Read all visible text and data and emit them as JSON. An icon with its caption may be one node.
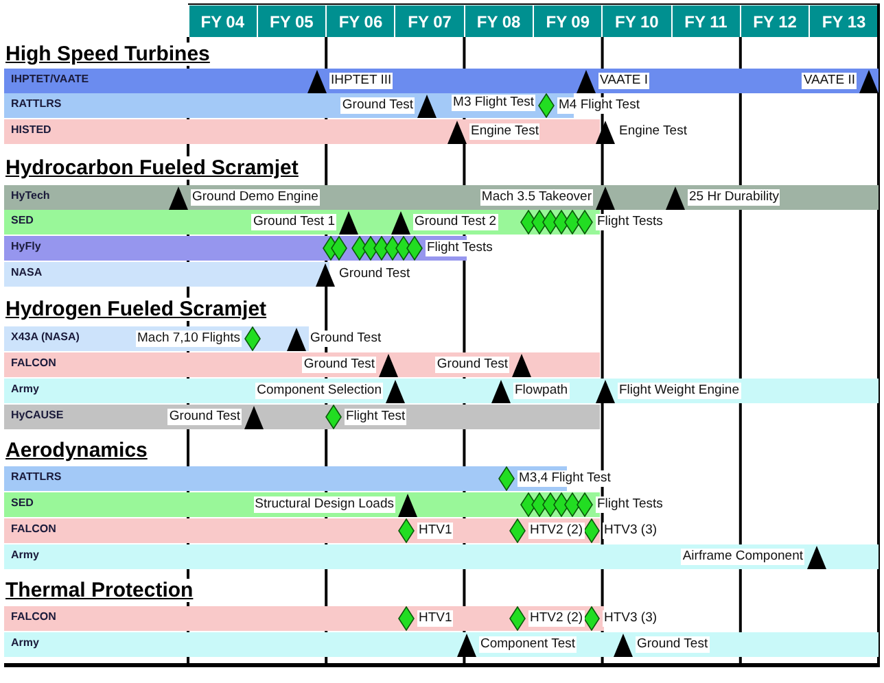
{
  "diagram": {
    "nodes": [
      {
        "text": [
          "FY 04"
        ]
      },
      {
        "text": [
          "FY 05"
        ]
      },
      {
        "text": [
          "FY 06"
        ]
      },
      {
        "text": [
          "FY 07"
        ]
      },
      {
        "text": [
          "FY 08"
        ]
      },
      {
        "text": [
          "FY 09"
        ]
      },
      {
        "text": [
          "FY 10"
        ]
      },
      {
        "text": [
          "FY 11"
        ]
      },
      {
        "text": [
          "FY 12"
        ]
      },
      {
        "text": [
          "FY 13"
        ]
      },
      {
        "text": [
          "IHPTET/VAATE"
        ]
      },
      {
        "text": [],
        "shape": "triangle",
        "beside": [
          "IHPTET III"
        ],
        "in": 10
      },
      {
        "text": [],
        "shape": "triangle",
        "beside": [
          "VAATE I"
        ],
        "in": 10
      },
      {
        "text": [],
        "shape": "triangle",
        "beside": [
          "VAATE II"
        ],
        "in": 10
      },
      {
        "text": [
          "RATTLRS"
        ]
      },
      {
        "text": [],
        "shape": "triangle",
        "beside": [
          "Ground Test"
        ],
        "in": 14
      },
      {
        "text": [],
        "shape": "diamond",
        "beside": [
          "M3 Flight Test",
          "M4 Flight Test"
        ],
        "in": 14
      },
      {
        "text": [
          "HISTED"
        ]
      },
      {
        "text": [],
        "shape": "triangle",
        "beside": [
          "Engine Test"
        ],
        "in": 17
      },
      {
        "text": [],
        "shape": "triangle",
        "beside": [
          "Engine Test"
        ]
      },
      {
        "text": [
          "HyTech"
        ]
      },
      {
        "text": [],
        "shape": "triangle",
        "beside": [
          "Ground Demo Engine"
        ],
        "in": 20
      },
      {
        "text": [],
        "shape": "triangle",
        "beside": [
          "Mach 3.5 Takeover"
        ],
        "in": 20
      },
      {
        "text": [],
        "shape": "triangle",
        "beside": [
          "25 Hr Durability"
        ],
        "in": 20
      },
      {
        "text": [
          "SED"
        ]
      },
      {
        "text": [],
        "shape": "triangle",
        "beside": [
          "Ground Test 1"
        ],
        "in": 24
      },
      {
        "text": [],
        "shape": "triangle",
        "beside": [
          "Ground Test 2"
        ],
        "in": 24
      },
      {
        "text": [],
        "shape": "diamond",
        "in": 24
      },
      {
        "text": [],
        "shape": "diamond",
        "in": 24
      },
      {
        "text": [],
        "shape": "diamond",
        "in": 24
      },
      {
        "text": [],
        "shape": "diamond",
        "in": 24
      },
      {
        "text": [],
        "shape": "diamond",
        "in": 24
      },
      {
        "text": [],
        "shape": "diamond",
        "beside": [
          "Flight Tests"
        ],
        "in": 24
      },
      {
        "text": [
          "HyFly"
        ]
      },
      {
        "text": [],
        "shape": "diamond",
        "in": 33
      },
      {
        "text": [],
        "shape": "diamond",
        "in": 33
      },
      {
        "text": [],
        "shape": "diamond",
        "in": 33
      },
      {
        "text": [],
        "shape": "diamond",
        "in": 33
      },
      {
        "text": [],
        "shape": "diamond",
        "in": 33
      },
      {
        "text": [],
        "shape": "diamond",
        "in": 33
      },
      {
        "text": [],
        "shape": "diamond",
        "in": 33
      },
      {
        "text": [],
        "shape": "diamond",
        "beside": [
          "Flight Tests"
        ],
        "in": 33
      },
      {
        "text": [
          "NASA"
        ]
      },
      {
        "text": [],
        "shape": "triangle",
        "beside": [
          "Ground Test"
        ]
      },
      {
        "text": [
          "X43A (NASA)"
        ]
      },
      {
        "text": [],
        "shape": "diamond",
        "beside": [
          "Mach 7,10 Flights"
        ],
        "in": 44
      },
      {
        "text": [],
        "shape": "triangle",
        "beside": [
          "Ground Test"
        ],
        "in": 44
      },
      {
        "text": [
          "FALCON"
        ]
      },
      {
        "text": [],
        "shape": "triangle",
        "beside": [
          "Ground Test"
        ],
        "in": 47
      },
      {
        "text": [],
        "shape": "triangle",
        "beside": [
          "Ground Test"
        ],
        "in": 47
      },
      {
        "text": [
          "Army"
        ]
      },
      {
        "text": [],
        "shape": "triangle",
        "beside": [
          "Component Selection"
        ],
        "in": 50
      },
      {
        "text": [],
        "shape": "triangle",
        "beside": [
          "Flowpath"
        ],
        "in": 50
      },
      {
        "text": [],
        "shape": "triangle",
        "beside": [
          "Flight Weight Engine"
        ],
        "in": 50
      },
      {
        "text": [
          "HyCAUSE"
        ]
      },
      {
        "text": [],
        "shape": "triangle",
        "beside": [
          "Ground Test"
        ],
        "in": 54
      },
      {
        "text": [],
        "shape": "diamond",
        "beside": [
          "Flight Test"
        ],
        "in": 54
      },
      {
        "text": [
          "RATTLRS"
        ]
      },
      {
        "text": [],
        "shape": "diamond",
        "beside": [
          "M3,4 Flight Test"
        ],
        "in": 57
      },
      {
        "text": [
          "SED"
        ]
      },
      {
        "text": [],
        "shape": "triangle",
        "beside": [
          "Structural Design Loads"
        ],
        "in": 59
      },
      {
        "text": [],
        "shape": "diamond",
        "in": 59
      },
      {
        "text": [],
        "shape": "diamond",
        "in": 59
      },
      {
        "text": [],
        "shape": "diamond",
        "in": 59
      },
      {
        "text": [],
        "shape": "diamond",
        "in": 59
      },
      {
        "text": [],
        "shape": "diamond",
        "in": 59
      },
      {
        "text": [],
        "shape": "diamond",
        "beside": [
          "Flight Tests"
        ],
        "in": 59
      },
      {
        "text": [
          "FALCON"
        ]
      },
      {
        "text": [],
        "shape": "diamond",
        "beside": [
          "HTV1"
        ],
        "in": 67
      },
      {
        "text": [],
        "shape": "diamond",
        "beside": [
          "HTV2 (2)"
        ],
        "in": 67
      },
      {
        "text": [],
        "shape": "diamond",
        "beside": [
          "HTV3 (3)"
        ],
        "in": 67
      },
      {
        "text": [
          "Army"
        ]
      },
      {
        "text": [],
        "shape": "triangle",
        "beside": [
          "Airframe Component"
        ],
        "in": 71
      },
      {
        "text": [
          "FALCON"
        ]
      },
      {
        "text": [],
        "shape": "diamond",
        "beside": [
          "HTV1"
        ],
        "in": 73
      },
      {
        "text": [],
        "shape": "diamond",
        "beside": [
          "HTV2 (2)"
        ],
        "in": 73
      },
      {
        "text": [],
        "shape": "diamond",
        "beside": [
          "HTV3 (3)"
        ],
        "in": 73
      },
      {
        "text": [
          "Army"
        ]
      },
      {
        "text": [],
        "shape": "triangle",
        "beside": [
          "Component Test"
        ],
        "in": 77
      },
      {
        "text": [],
        "shape": "triangle",
        "beside": [
          "Ground Test"
        ],
        "in": 77
      }
    ],
    "labels": [
      "High Speed Turbines",
      "Hydrocarbon Fueled Scramjet",
      "Hydrogen Fueled Scramjet",
      "Aerodynamics",
      "Thermal Protection"
    ]
  }
}
